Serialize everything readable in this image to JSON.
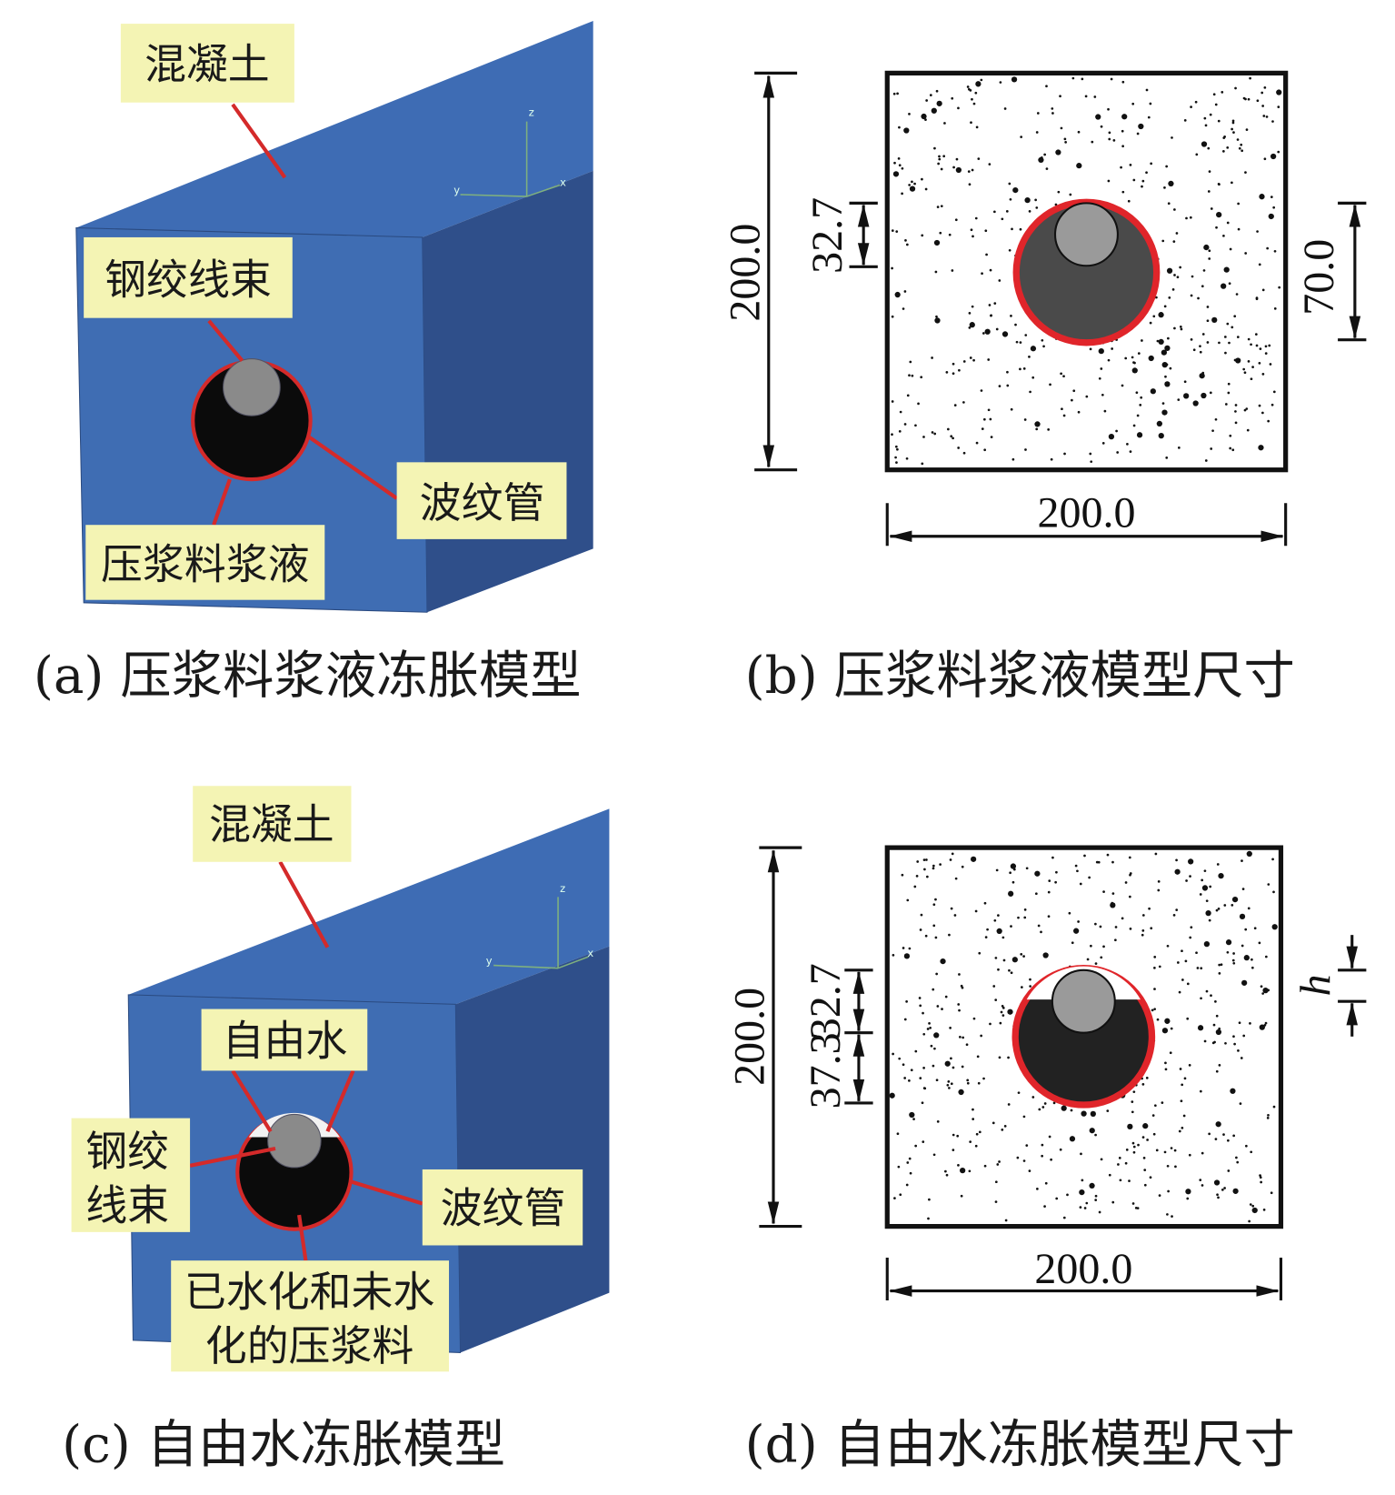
{
  "panel_a": {
    "labels": {
      "concrete": "混凝土",
      "strand": "钢绞线束",
      "duct": "波纹管",
      "grout": "压浆料浆液"
    },
    "caption": "(a) 压浆料浆液冻胀模型"
  },
  "panel_b": {
    "dims": {
      "height": "200.0",
      "width": "200.0",
      "strand": "32.7",
      "grout": "70.0"
    },
    "caption": "(b) 压浆料浆液模型尺寸"
  },
  "panel_c": {
    "labels": {
      "concrete": "混凝土",
      "water": "自由水",
      "strand_1": "钢绞",
      "strand_2": "线束",
      "duct": "波纹管",
      "grout_1": "已水化和未水",
      "grout_2": "化的压浆料"
    },
    "caption": "(c) 自由水冻胀模型"
  },
  "panel_d": {
    "dims": {
      "height": "200.0",
      "width": "200.0",
      "strand": "32.7",
      "lower": "37.3",
      "h": "h"
    },
    "caption": "(d) 自由水冻胀模型尺寸"
  },
  "axes": {
    "z": "z",
    "y": "y",
    "x": "x"
  },
  "colors": {
    "front": "#3f6db3",
    "side": "#2f4f8a",
    "label_bg": "#f4f4b4",
    "duct": "#d42a2a"
  }
}
